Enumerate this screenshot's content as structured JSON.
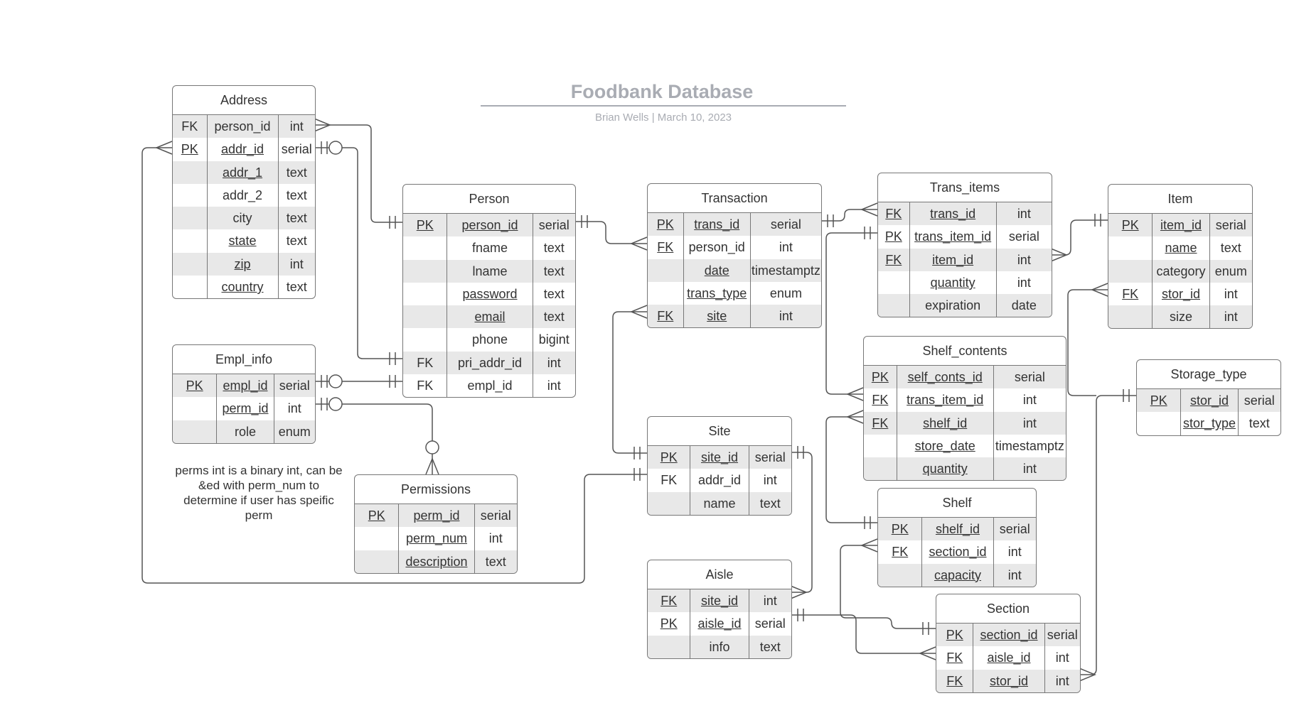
{
  "title": "Foodbank Database",
  "subtitle": "Brian Wells  |  March 10, 2023",
  "note": "perms int is a binary int, can be &ed with perm_num to determine if user has speific perm",
  "entities": {
    "address": {
      "name": "Address",
      "rows": [
        {
          "key": "FK",
          "key_u": false,
          "field": "person_id",
          "field_u": false,
          "type": "int"
        },
        {
          "key": "PK",
          "key_u": true,
          "field": "addr_id",
          "field_u": true,
          "type": "serial"
        },
        {
          "key": "",
          "key_u": false,
          "field": "addr_1",
          "field_u": true,
          "type": "text"
        },
        {
          "key": "",
          "key_u": false,
          "field": "addr_2",
          "field_u": false,
          "type": "text"
        },
        {
          "key": "",
          "key_u": false,
          "field": "city",
          "field_u": false,
          "type": "text"
        },
        {
          "key": "",
          "key_u": false,
          "field": "state",
          "field_u": true,
          "type": "text"
        },
        {
          "key": "",
          "key_u": false,
          "field": "zip",
          "field_u": true,
          "type": "int"
        },
        {
          "key": "",
          "key_u": false,
          "field": "country",
          "field_u": true,
          "type": "text"
        }
      ]
    },
    "empl_info": {
      "name": "Empl_info",
      "rows": [
        {
          "key": "PK",
          "key_u": true,
          "field": "empl_id",
          "field_u": true,
          "type": "serial"
        },
        {
          "key": "",
          "key_u": false,
          "field": "perm_id",
          "field_u": true,
          "type": "int"
        },
        {
          "key": "",
          "key_u": false,
          "field": "role",
          "field_u": false,
          "type": "enum"
        }
      ]
    },
    "permissions": {
      "name": "Permissions",
      "rows": [
        {
          "key": "PK",
          "key_u": true,
          "field": "perm_id",
          "field_u": true,
          "type": "serial"
        },
        {
          "key": "",
          "key_u": false,
          "field": "perm_num",
          "field_u": true,
          "type": "int"
        },
        {
          "key": "",
          "key_u": false,
          "field": "description",
          "field_u": true,
          "type": "text"
        }
      ]
    },
    "person": {
      "name": "Person",
      "rows": [
        {
          "key": "PK",
          "key_u": true,
          "field": "person_id",
          "field_u": true,
          "type": "serial"
        },
        {
          "key": "",
          "key_u": false,
          "field": "fname",
          "field_u": false,
          "type": "text"
        },
        {
          "key": "",
          "key_u": false,
          "field": "lname",
          "field_u": false,
          "type": "text"
        },
        {
          "key": "",
          "key_u": false,
          "field": "password",
          "field_u": true,
          "type": "text"
        },
        {
          "key": "",
          "key_u": false,
          "field": "email",
          "field_u": true,
          "type": "text"
        },
        {
          "key": "",
          "key_u": false,
          "field": "phone",
          "field_u": false,
          "type": "bigint"
        },
        {
          "key": "FK",
          "key_u": false,
          "field": "pri_addr_id",
          "field_u": false,
          "type": "int"
        },
        {
          "key": "FK",
          "key_u": false,
          "field": "empl_id",
          "field_u": false,
          "type": "int"
        }
      ]
    },
    "transaction": {
      "name": "Transaction",
      "rows": [
        {
          "key": "PK",
          "key_u": true,
          "field": "trans_id",
          "field_u": true,
          "type": "serial"
        },
        {
          "key": "FK",
          "key_u": true,
          "field": "person_id",
          "field_u": false,
          "type": "int"
        },
        {
          "key": "",
          "key_u": false,
          "field": "date",
          "field_u": true,
          "type": "timestamptz"
        },
        {
          "key": "",
          "key_u": false,
          "field": "trans_type",
          "field_u": true,
          "type": "enum"
        },
        {
          "key": "FK",
          "key_u": true,
          "field": "site",
          "field_u": true,
          "type": "int"
        }
      ]
    },
    "site": {
      "name": "Site",
      "rows": [
        {
          "key": "PK",
          "key_u": true,
          "field": "site_id",
          "field_u": true,
          "type": "serial"
        },
        {
          "key": "FK",
          "key_u": false,
          "field": "addr_id",
          "field_u": false,
          "type": "int"
        },
        {
          "key": "",
          "key_u": false,
          "field": "name",
          "field_u": false,
          "type": "text"
        }
      ]
    },
    "aisle": {
      "name": "Aisle",
      "rows": [
        {
          "key": "FK",
          "key_u": true,
          "field": "site_id",
          "field_u": true,
          "type": "int"
        },
        {
          "key": "PK",
          "key_u": true,
          "field": "aisle_id",
          "field_u": true,
          "type": "serial"
        },
        {
          "key": "",
          "key_u": false,
          "field": "info",
          "field_u": false,
          "type": "text"
        }
      ]
    },
    "trans_items": {
      "name": "Trans_items",
      "rows": [
        {
          "key": "FK",
          "key_u": true,
          "field": "trans_id",
          "field_u": true,
          "type": "int"
        },
        {
          "key": "PK",
          "key_u": true,
          "field": "trans_item_id",
          "field_u": true,
          "type": "serial"
        },
        {
          "key": "FK",
          "key_u": true,
          "field": "item_id",
          "field_u": true,
          "type": "int"
        },
        {
          "key": "",
          "key_u": false,
          "field": "quantity",
          "field_u": true,
          "type": "int"
        },
        {
          "key": "",
          "key_u": false,
          "field": "expiration",
          "field_u": false,
          "type": "date"
        }
      ]
    },
    "shelf_contents": {
      "name": "Shelf_contents",
      "rows": [
        {
          "key": "PK",
          "key_u": true,
          "field": "self_conts_id",
          "field_u": true,
          "type": "serial"
        },
        {
          "key": "FK",
          "key_u": true,
          "field": "trans_item_id",
          "field_u": true,
          "type": "int"
        },
        {
          "key": "FK",
          "key_u": true,
          "field": "shelf_id",
          "field_u": true,
          "type": "int"
        },
        {
          "key": "",
          "key_u": false,
          "field": "store_date",
          "field_u": true,
          "type": "timestamptz"
        },
        {
          "key": "",
          "key_u": false,
          "field": "quantity",
          "field_u": true,
          "type": "int"
        }
      ]
    },
    "shelf": {
      "name": "Shelf",
      "rows": [
        {
          "key": "PK",
          "key_u": true,
          "field": "shelf_id",
          "field_u": true,
          "type": "serial"
        },
        {
          "key": "FK",
          "key_u": true,
          "field": "section_id",
          "field_u": true,
          "type": "int"
        },
        {
          "key": "",
          "key_u": false,
          "field": "capacity",
          "field_u": true,
          "type": "int"
        }
      ]
    },
    "section": {
      "name": "Section",
      "rows": [
        {
          "key": "PK",
          "key_u": true,
          "field": "section_id",
          "field_u": true,
          "type": "serial"
        },
        {
          "key": "FK",
          "key_u": true,
          "field": "aisle_id",
          "field_u": true,
          "type": "int"
        },
        {
          "key": "FK",
          "key_u": true,
          "field": "stor_id",
          "field_u": true,
          "type": "int"
        }
      ]
    },
    "item": {
      "name": "Item",
      "rows": [
        {
          "key": "PK",
          "key_u": true,
          "field": "item_id",
          "field_u": true,
          "type": "serial"
        },
        {
          "key": "",
          "key_u": false,
          "field": "name",
          "field_u": true,
          "type": "text"
        },
        {
          "key": "",
          "key_u": false,
          "field": "category",
          "field_u": false,
          "type": "enum"
        },
        {
          "key": "FK",
          "key_u": true,
          "field": "stor_id",
          "field_u": true,
          "type": "int"
        },
        {
          "key": "",
          "key_u": false,
          "field": "size",
          "field_u": false,
          "type": "int"
        }
      ]
    },
    "storage_type": {
      "name": "Storage_type",
      "rows": [
        {
          "key": "PK",
          "key_u": true,
          "field": "stor_id",
          "field_u": true,
          "type": "serial"
        },
        {
          "key": "",
          "key_u": false,
          "field": "stor_type",
          "field_u": true,
          "type": "text"
        }
      ]
    }
  }
}
